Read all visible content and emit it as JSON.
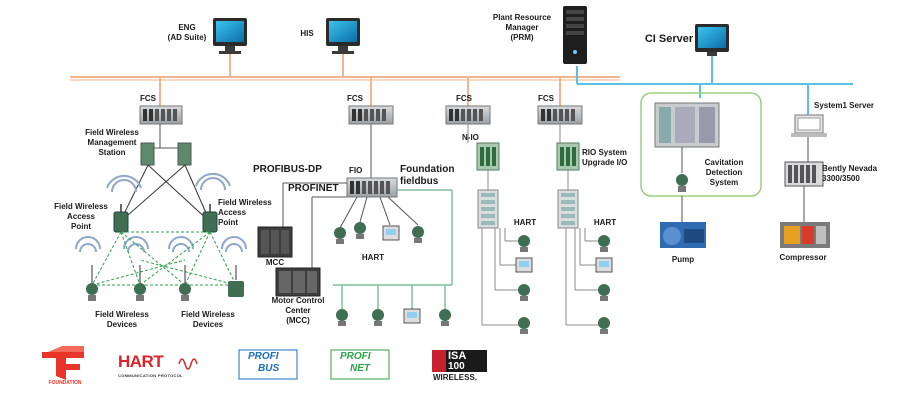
{
  "labels": {
    "eng": [
      "ENG",
      "(AD Suite)"
    ],
    "his": "HIS",
    "prm": [
      "Plant Resource",
      "Manager",
      "(PRM)"
    ],
    "ci_server": "CI Server",
    "fcs": "FCS",
    "field_wireless_mgmt": [
      "Field Wireless",
      "Management",
      "Station"
    ],
    "field_wireless_ap_left": [
      "Field Wireless",
      "Access",
      "Point"
    ],
    "field_wireless_ap_right": [
      "Field Wireless",
      "Access",
      "Point"
    ],
    "field_wireless_devices": [
      "Field Wireless",
      "Devices"
    ],
    "profibus_dp": "PROFIBUS-DP",
    "profinet": "PROFINET",
    "fio": "FIO",
    "foundation_fieldbus": [
      "Foundation",
      "fieldbus"
    ],
    "mcc": "MCC",
    "motor_control_center": [
      "Motor Control",
      "Center",
      "(MCC)"
    ],
    "hart": "HART",
    "n_io": "N-IO",
    "rio_system": [
      "RIO System",
      "Upgrade I/O"
    ],
    "cavitation": [
      "Cavitation",
      "Detection",
      "System"
    ],
    "pump": "Pump",
    "system1_server": "System1 Server",
    "bently_nevada": [
      "Bently Nevada",
      "3300/3500"
    ],
    "compressor": "Compressor"
  },
  "logos": {
    "foundation": "FOUNDATION",
    "hart": "HART",
    "hart_sub": "COMMUNICATION PROTOCOL",
    "profibus": [
      "PROFI",
      "BUS"
    ],
    "profinet": [
      "PROFI",
      "NET"
    ],
    "isa": "ISA",
    "isa_num": "100",
    "isa_sub": "WIRELESS."
  },
  "colors": {
    "control_bus": "#f2b48a",
    "ci_bus": "#5bc0e8",
    "hart_line": "#8a8a8a",
    "wireless_link": "#2e9e4e",
    "cavitation_box": "#9bcf7f",
    "foundation_red": "#e8352a",
    "hart_red": "#d7262b",
    "profibus_blue": "#1a6fc0",
    "profinet_green": "#2ea24a",
    "isa_red": "#c8202f"
  }
}
